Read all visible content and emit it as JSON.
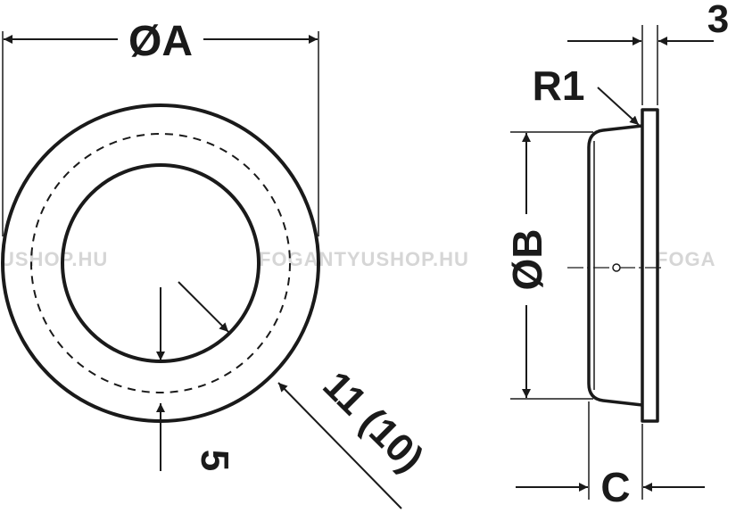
{
  "labels": {
    "dia_a": "ØA",
    "dia_b": "ØB",
    "thickness": "3",
    "radius": "R1",
    "depth": "C",
    "rim_width": "5",
    "recess": "11 (10)"
  },
  "watermark": {
    "left": "USHOP.HU",
    "center": "FOGANTYUSHOP.HU",
    "right": "FOGA"
  }
}
